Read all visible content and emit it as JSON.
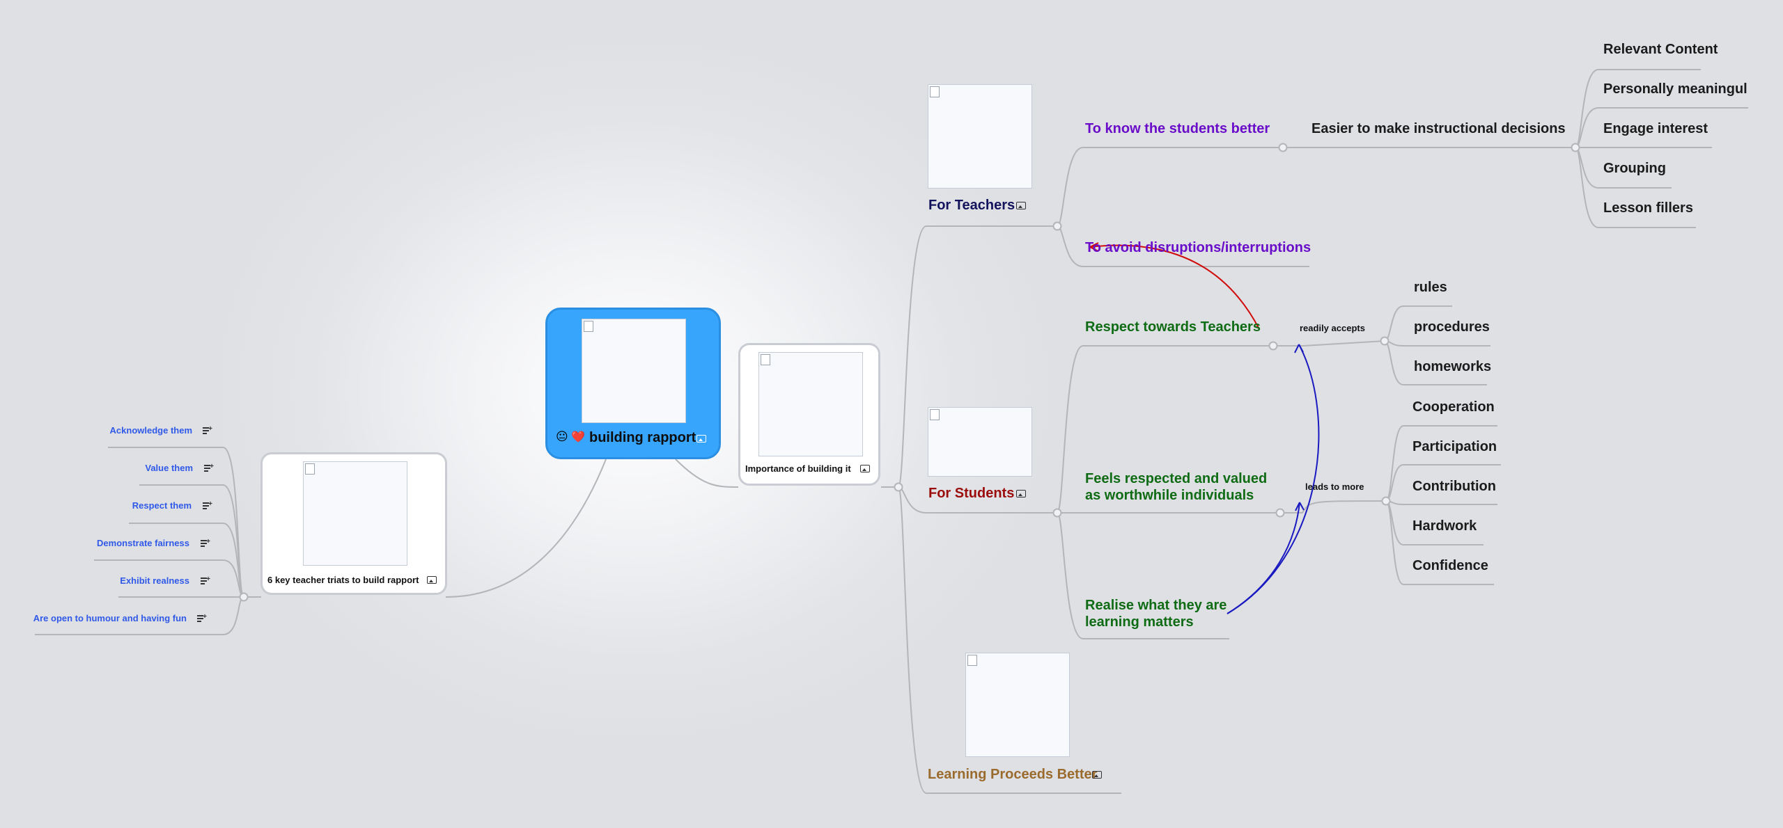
{
  "root": {
    "label": "building rapport",
    "emoji_1": "😐",
    "emoji_2": "❤️"
  },
  "importance": {
    "label": "Importance of building it"
  },
  "traits": {
    "label": "6 key teacher triats to build rapport",
    "items": [
      "Acknowledge them",
      "Value them",
      "Respect them",
      "Demonstrate fairness",
      "Exhibit realness",
      "Are open to humour and having fun"
    ]
  },
  "teachers": {
    "label": "For Teachers",
    "know_students": "To know the students better",
    "avoid_disruptions": "To avoid disruptions/interruptions",
    "easier_decisions": "Easier to make instructional decisions",
    "decision_items": [
      "Relevant Content",
      "Personally meaningul",
      "Engage interest",
      "Grouping",
      "Lesson fillers"
    ]
  },
  "students": {
    "label": "For Students",
    "respect": "Respect towards Teachers",
    "readily_accepts": "readily accepts",
    "accepts_items": [
      "rules",
      "procedures",
      "homeworks"
    ],
    "feels_respected_line1": "Feels respected and valued",
    "feels_respected_line2": "as worthwhile individuals",
    "leads_to_more": "leads to more",
    "more_items": [
      "Cooperation",
      "Participation",
      "Contribution",
      "Hardwork",
      "Confidence"
    ],
    "realise_line1": "Realise what they are",
    "realise_line2": "learning matters"
  },
  "learning": {
    "label": "Learning Proceeds Better"
  },
  "colors": {
    "root_fill": "#37a5fb",
    "purple": "#6a0dc9",
    "green": "#0f6b14",
    "navy": "#12135c",
    "darkred": "#9c0b0b",
    "brown": "#9b6b2e",
    "blue_text": "#3059e8",
    "relation_red": "#d10a0a",
    "relation_blue": "#1a1ac0"
  },
  "icons": {
    "image_indicator": "image-icon",
    "note_indicator": "note-icon",
    "branch_junction": "circle-junction-icon"
  }
}
